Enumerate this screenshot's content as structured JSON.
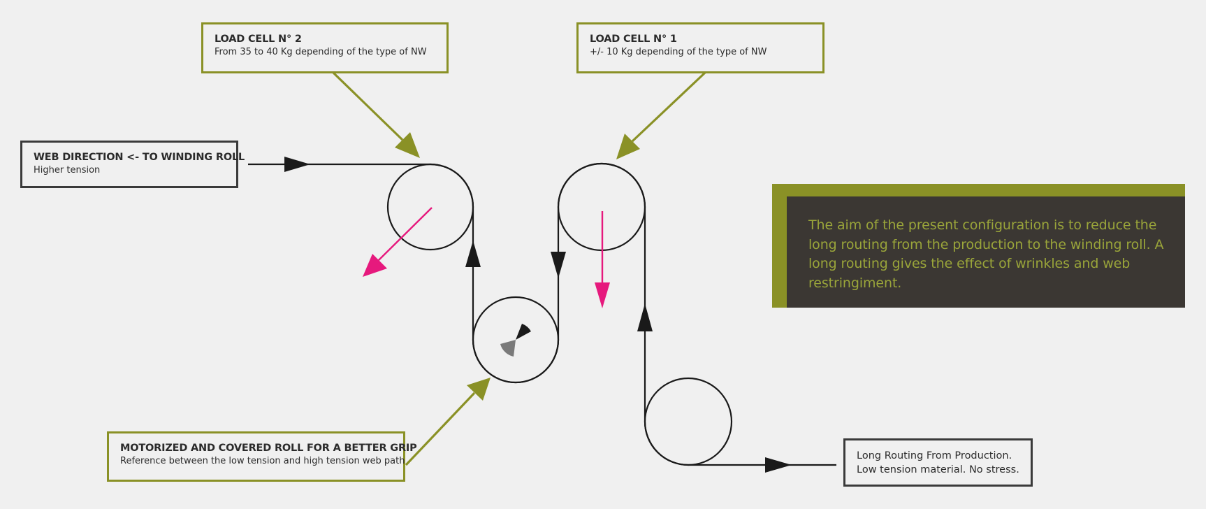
{
  "colors": {
    "background": "#f0f0f0",
    "accent": "#8a9126",
    "note_bg": "#3b3733",
    "note_text": "#9aa53a",
    "line": "#1a1a1a",
    "force_arrow": "#e6197d",
    "dark_border": "#3a3a3a"
  },
  "icons": {
    "motor": "motor-rotation-icon"
  },
  "labels": {
    "load_cell_2": {
      "title": "LOAD CELL N° 2",
      "subtitle": "From 35 to 40 Kg depending of the type of NW"
    },
    "load_cell_1": {
      "title": "LOAD CELL N° 1",
      "subtitle": "+/- 10 Kg depending of the type of NW"
    },
    "web_direction": {
      "title": "WEB DIRECTION <- TO WINDING ROLL",
      "subtitle": "Higher tension"
    },
    "motorized_roll": {
      "title": "MOTORIZED AND COVERED ROLL FOR A BETTER GRIP",
      "subtitle": "Reference between the low tension and high tension web path"
    },
    "long_routing": {
      "line1": "Long Routing From Production.",
      "line2": "Low tension material. No stress."
    }
  },
  "note": {
    "text": "The aim of the present configuration is to reduce the long routing from the production to the winding roll. A long routing gives the effect of wrinkles and web restringiment."
  }
}
